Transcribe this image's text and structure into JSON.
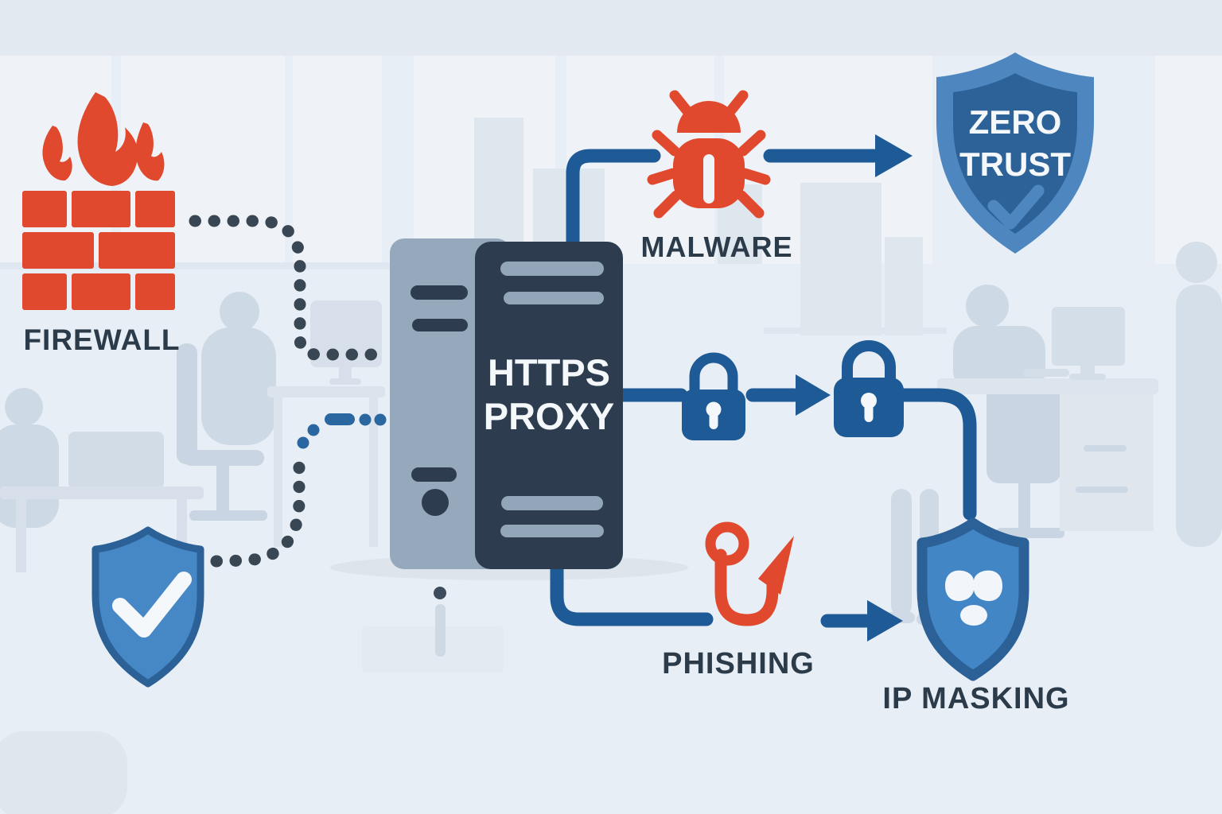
{
  "colors": {
    "background": "#e8eef5",
    "accent_red": "#e1492e",
    "line_blue": "#1e5a96",
    "shield_fill_blue": "#4687c5",
    "shield_border_blue": "#2b6197",
    "zero_trust_rim_blue": "#4e86bf",
    "zero_trust_inner_blue": "#2d6298",
    "dark_slate_text": "#2c3b4a",
    "dot_dark": "#394754",
    "dot_blue": "#2a66a0",
    "server_light": "#96a9bc",
    "server_dark": "#2d3d4f",
    "silhouette": "#cfdae6"
  },
  "nodes": {
    "firewall": {
      "label": "FIREWALL",
      "icon": "firewall-brick-flame-icon"
    },
    "shield_check": {
      "icon": "shield-check-icon"
    },
    "proxy_server": {
      "label_line1": "HTTPS",
      "label_line2": "PROXY",
      "icon": "server-tower-icon"
    },
    "malware": {
      "label": "MALWARE",
      "icon": "bug-icon"
    },
    "zero_trust": {
      "label_line1": "ZERO",
      "label_line2": "TRUST",
      "icon": "zero-trust-shield-icon"
    },
    "lock_left": {
      "icon": "padlock-icon"
    },
    "lock_right": {
      "icon": "padlock-icon"
    },
    "phishing": {
      "label": "PHISHING",
      "icon": "fish-hook-icon"
    },
    "ip_masking": {
      "label": "IP MASKING",
      "icon": "ip-masking-shield-icon"
    }
  },
  "connectors": [
    {
      "from": "firewall",
      "to": "proxy_server",
      "style": "dotted"
    },
    {
      "from": "shield_check",
      "to": "proxy_server",
      "style": "dotted"
    },
    {
      "from": "proxy_server",
      "to": "malware",
      "style": "solid"
    },
    {
      "from": "malware",
      "to": "zero_trust",
      "style": "solid-arrow"
    },
    {
      "from": "proxy_server",
      "to": "lock_left",
      "style": "solid"
    },
    {
      "from": "lock_left",
      "to": "lock_right",
      "style": "solid-arrow"
    },
    {
      "from": "lock_right",
      "to": "ip_masking",
      "style": "solid-elbow"
    },
    {
      "from": "proxy_server",
      "to": "phishing",
      "style": "solid-elbow"
    },
    {
      "from": "phishing",
      "to": "ip_masking",
      "style": "solid-arrow"
    }
  ]
}
